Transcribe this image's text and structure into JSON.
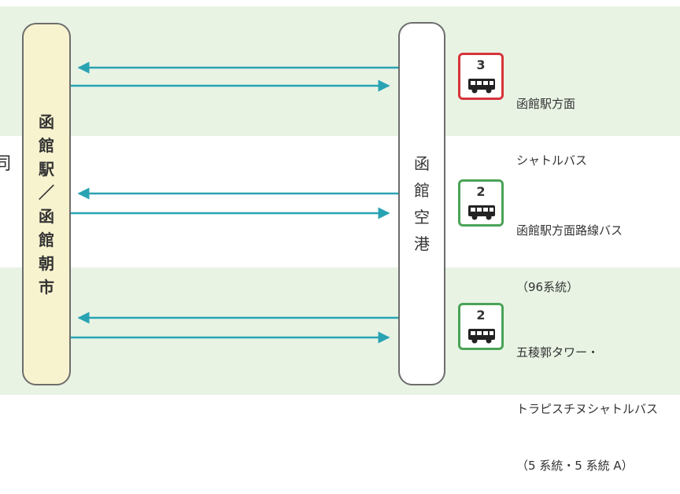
{
  "left_stop": {
    "chars": [
      "函",
      "館",
      "駅",
      "／",
      "函",
      "館",
      "朝",
      "市"
    ]
  },
  "right_stop": {
    "chars": [
      "函",
      "館",
      "空",
      "港"
    ]
  },
  "cut_text": "同",
  "routes": [
    {
      "badge_number": "3",
      "badge_color": "#d6343b",
      "icon": "bus-icon",
      "lines": [
        "函館駅方面",
        "シャトルバス"
      ]
    },
    {
      "badge_number": "2",
      "badge_color": "#4aa357",
      "icon": "bus-icon",
      "lines": [
        "函館駅方面路線バス",
        "（96系統）"
      ]
    },
    {
      "badge_number": "2",
      "badge_color": "#4aa357",
      "icon": "bus-icon",
      "lines": [
        "五稜郭タワー・",
        "トラピスチヌシャトルバス",
        "（5 系統・5 系統 A）"
      ]
    }
  ],
  "colors": {
    "band_green": "#e8f3e4",
    "left_pillar": "#f8f3cf",
    "arrow": "#29a3b3"
  }
}
